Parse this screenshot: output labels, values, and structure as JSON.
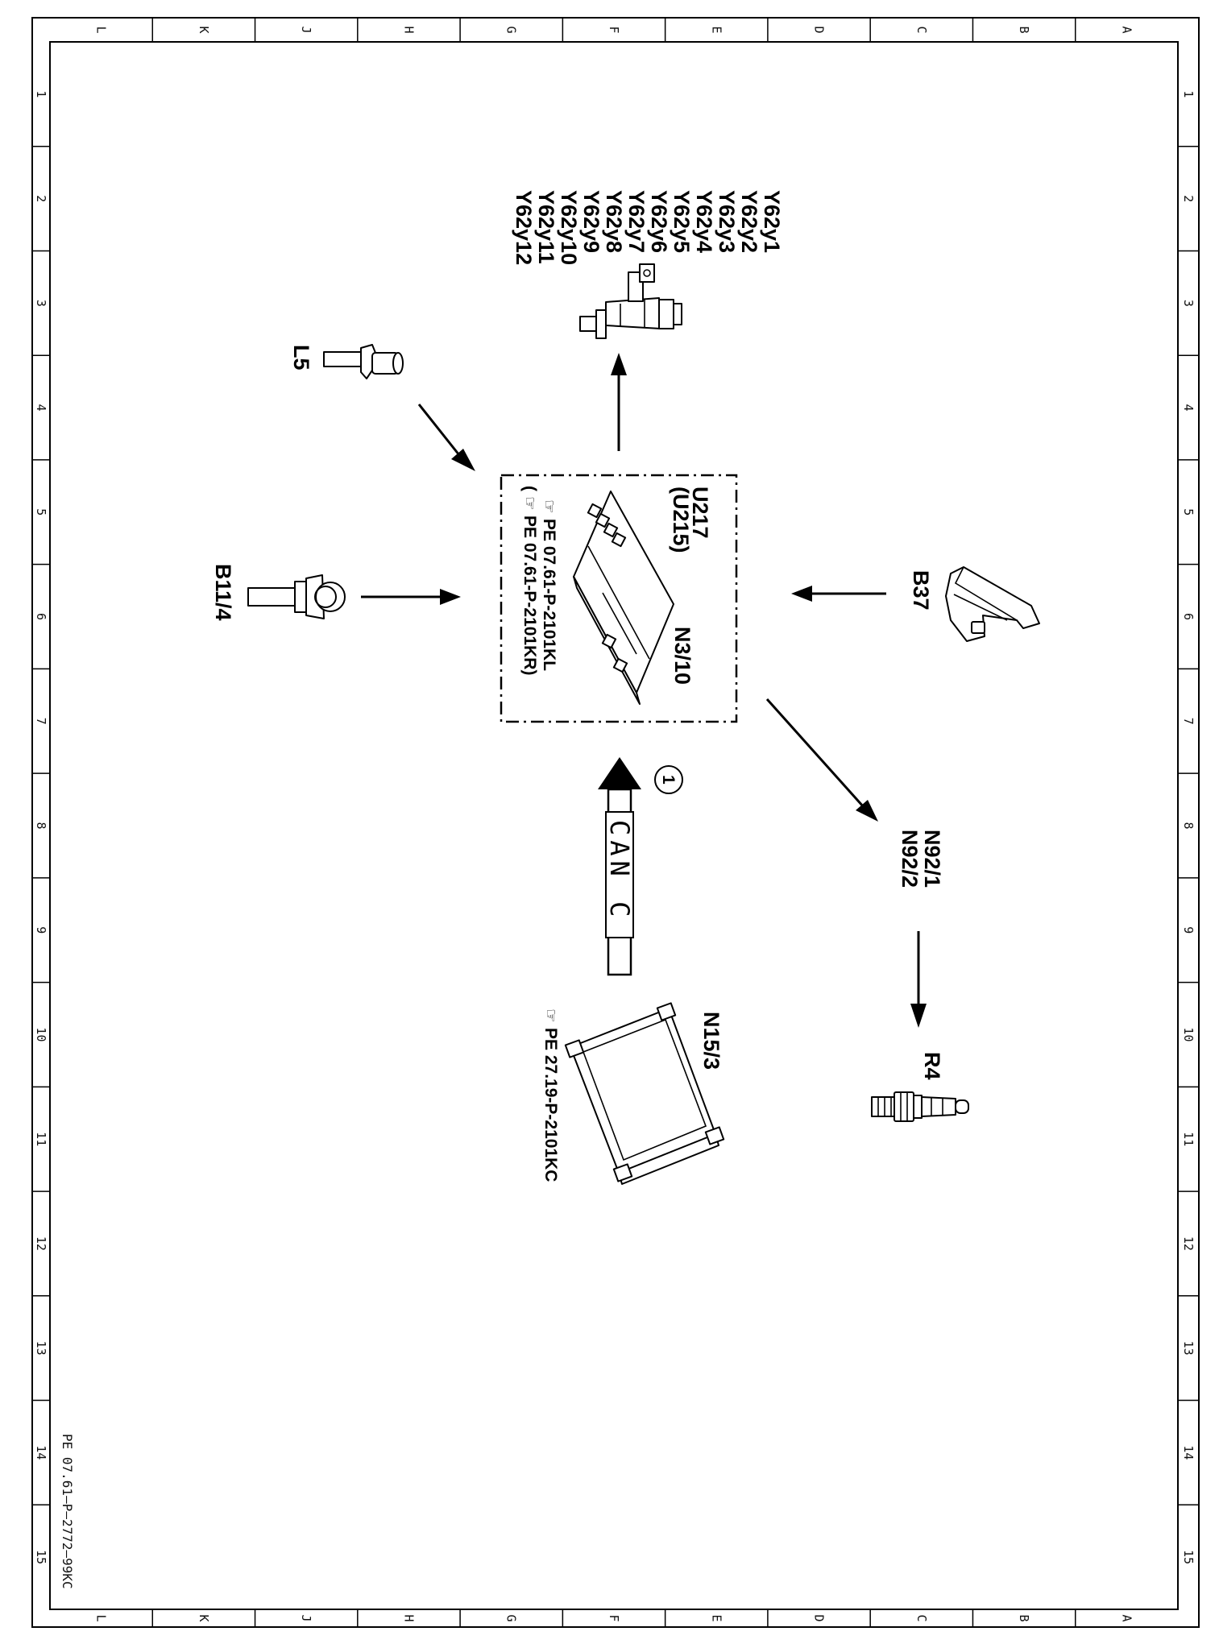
{
  "frame": {
    "col_letters": [
      "L",
      "K",
      "J",
      "H",
      "G",
      "F",
      "E",
      "D",
      "C",
      "B",
      "A"
    ],
    "row_numbers": [
      "1",
      "2",
      "3",
      "4",
      "5",
      "6",
      "7",
      "8",
      "9",
      "10",
      "11",
      "12",
      "13",
      "14",
      "15"
    ],
    "drawing_number": "PE 07.61–P–2772–99KC"
  },
  "components": {
    "y62_labels": [
      "Y62y1",
      "Y62y2",
      "Y62y3",
      "Y62y4",
      "Y62y5",
      "Y62y6",
      "Y62y7",
      "Y62y8",
      "Y62y9",
      "Y62y10",
      "Y62y11",
      "Y62y12"
    ],
    "l5": "L5",
    "b11_4": "B11/4",
    "b37": "B37",
    "n3_10": "N3/10",
    "u217": "U217",
    "u215": "(U215)",
    "ref_kl": "PE 07.61-P-2101KL",
    "ref_kr_open": "(",
    "ref_kr": "PE 07.61-P-2101KR)",
    "n92_1": "N92/1",
    "n92_2": "N92/2",
    "r4": "R4",
    "n15_3": "N15/3",
    "ref_kc": "PE 27.19-P-2101KC",
    "can_label": "CAN C",
    "callout_number": "1"
  }
}
